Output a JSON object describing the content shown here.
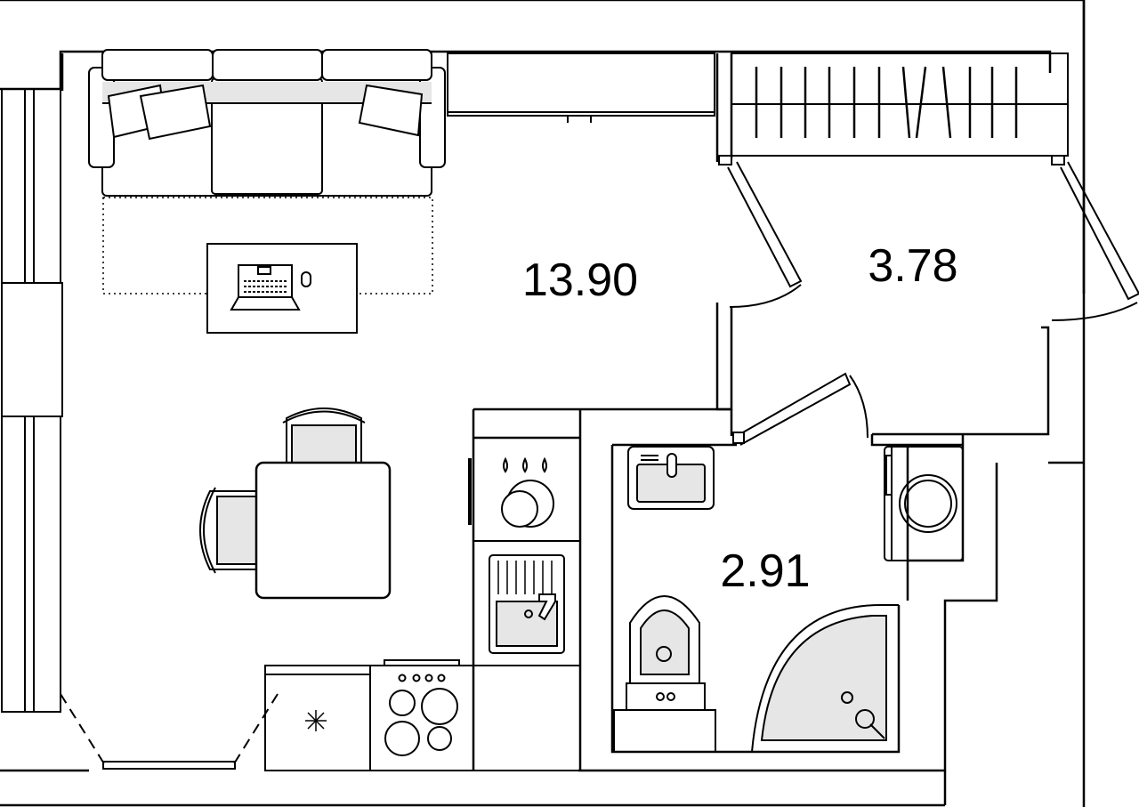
{
  "floor_plan": {
    "rooms": [
      {
        "name": "living-room",
        "area": "13.90"
      },
      {
        "name": "loggia",
        "area": "3.78"
      },
      {
        "name": "bathroom",
        "area": "2.91"
      }
    ]
  },
  "colors": {
    "wall": "#000000",
    "background": "#ffffff",
    "furniture_fill": "#e6e6e6"
  },
  "icons": [
    "sofa-icon",
    "pillow-icon",
    "desk-icon",
    "laptop-icon",
    "mouse-icon",
    "dining-table-icon",
    "chair-icon",
    "stove-icon",
    "kitchen-sink-icon",
    "fridge-icon",
    "cooktop-icon",
    "bathroom-sink-icon",
    "toilet-icon",
    "shower-icon",
    "washing-machine-icon"
  ]
}
